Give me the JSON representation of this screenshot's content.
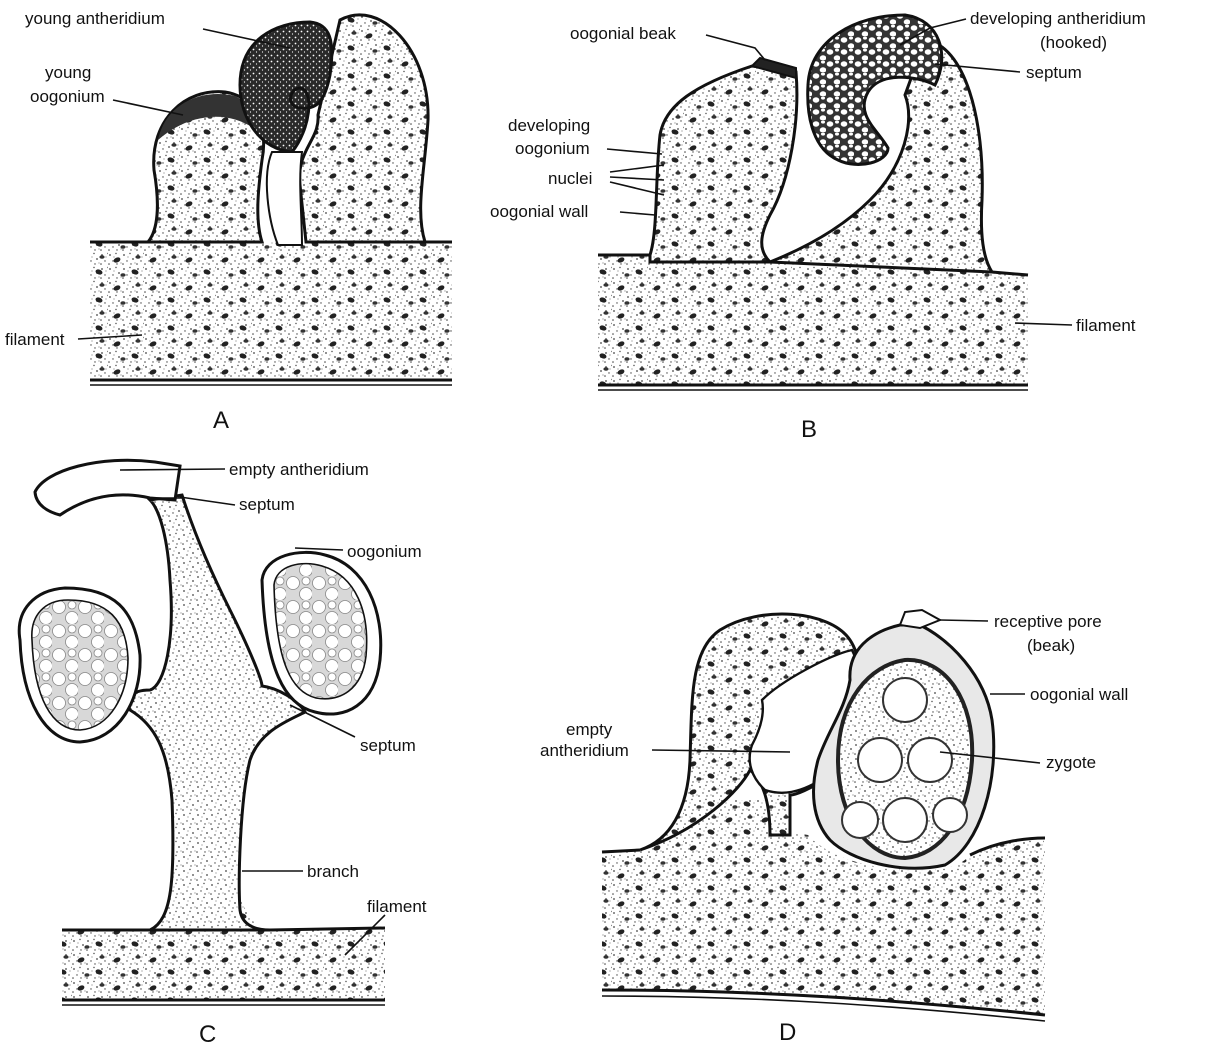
{
  "panels": {
    "A": {
      "letter": "A",
      "labels": {
        "young_antheridium": "young antheridium",
        "young_oogonium_1": "young",
        "young_oogonium_2": "oogonium",
        "filament": "filament"
      }
    },
    "B": {
      "letter": "B",
      "labels": {
        "oogonial_beak": "oogonial beak",
        "developing_antheridium_1": "developing antheridium",
        "developing_antheridium_2": "(hooked)",
        "septum": "septum",
        "developing_oogonium_1": "developing",
        "developing_oogonium_2": "oogonium",
        "nuclei": "nuclei",
        "oogonial_wall": "oogonial wall",
        "filament": "filament"
      }
    },
    "C": {
      "letter": "C",
      "labels": {
        "empty_antheridium": "empty antheridium",
        "septum_top": "septum",
        "oogonium": "oogonium",
        "septum_right": "septum",
        "branch": "branch",
        "filament": "filament"
      }
    },
    "D": {
      "letter": "D",
      "labels": {
        "receptive_pore_1": "receptive pore",
        "receptive_pore_2": "(beak)",
        "oogonial_wall": "oogonial wall",
        "empty_antheridium_1": "empty",
        "empty_antheridium_2": "antheridium",
        "zygote": "zygote"
      }
    }
  },
  "colors": {
    "ink": "#111111",
    "paper": "#ffffff",
    "stipple": "#444444"
  }
}
